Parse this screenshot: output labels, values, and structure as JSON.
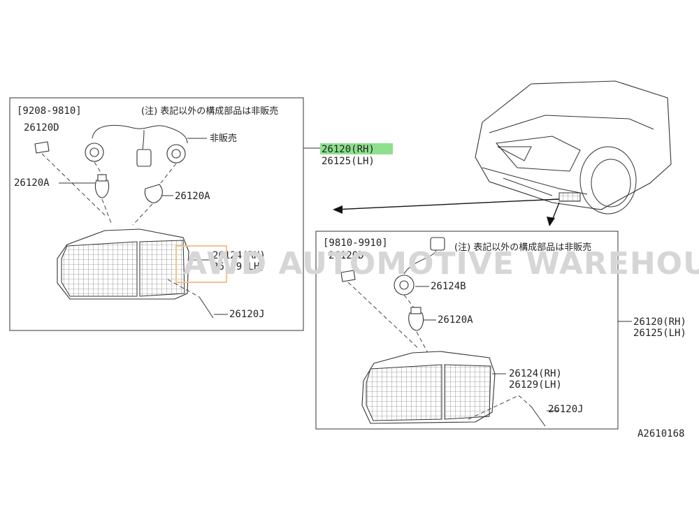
{
  "panel_left": {
    "date_range": "[9208-9810]",
    "note": "(注) 表記以外の構成部品は非販売",
    "labels": {
      "clip": "26120D",
      "bulb_left": "26120A",
      "bulb_right": "26120A",
      "not_sold": "非販売",
      "lens_rh": "26124(RH)",
      "lens_lh": "26129(LH)",
      "screw": "26120J"
    }
  },
  "panel_right": {
    "date_range": "[9810-9910]",
    "note": "(注) 表記以外の構成部品は非販売",
    "labels": {
      "clip": "26120D",
      "socket": "26124B",
      "bulb": "26120A",
      "lens_rh": "26124(RH)",
      "lens_lh": "26129(LH)",
      "screw": "26120J"
    }
  },
  "assembly_left": {
    "rh": "26120(RH)",
    "lh": "26125(LH)"
  },
  "assembly_right": {
    "rh": "26120(RH)",
    "lh": "26125(LH)"
  },
  "watermark": "AWD AUTOMOTIVE WAREHOUSE",
  "diagram_id": "A2610168",
  "colors": {
    "highlight": "#8ee08e",
    "line": "#333333",
    "watermark": "#d6d6d6"
  }
}
